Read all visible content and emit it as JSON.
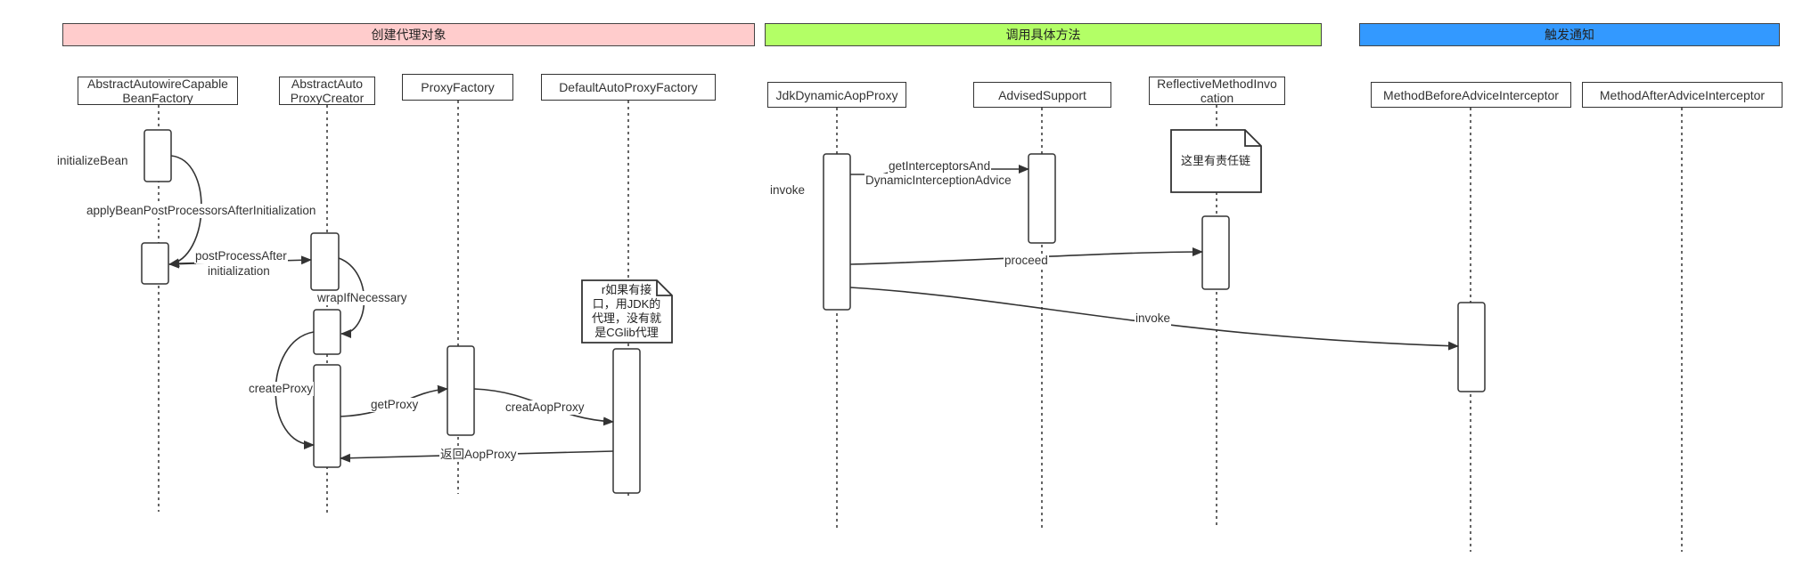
{
  "phases": [
    {
      "label": "创建代理对象",
      "color": "#ffcccc"
    },
    {
      "label": "调用具体方法",
      "color": "#b3ff66"
    },
    {
      "label": "触发通知",
      "color": "#3399ff"
    }
  ],
  "actors": [
    "AbstractAutowireCapable BeanFactory",
    "AbstractAuto ProxyCreator",
    "ProxyFactory",
    "DefaultAutoProxyFactory",
    "JdkDynamicAopProxy",
    "AdvisedSupport",
    "ReflectiveMethodInvo cation",
    "MethodBeforeAdviceInterceptor",
    "MethodAfterAdviceInterceptor"
  ],
  "messages": {
    "initializeBean": "initializeBean",
    "applyBPP": "applyBeanPostProcessorsAfterInitialization",
    "postProcess_1": "postProcessAfter",
    "postProcess_2": "initialization",
    "wrapIfNecessary": "wrapIfNecessary",
    "createProxy": "createProxy",
    "getProxy": "getProxy",
    "creatAopProxy": "creatAopProxy",
    "returnProxy": "返回AopProxy",
    "invoke_self": "invoke",
    "getInterceptors_1": "getInterceptorsAnd",
    "getInterceptors_2": "DynamicInterceptionAdvice",
    "proceed": "proceed",
    "invoke_before": "invoke"
  },
  "notes": {
    "jdk_cglib": [
      "r如果有接",
      "口，用JDK的",
      "代理，没有就",
      "是CGlib代理"
    ],
    "chain": [
      "这里有责任链"
    ]
  },
  "colors": {
    "stroke": "#333333",
    "text": "#333333"
  }
}
